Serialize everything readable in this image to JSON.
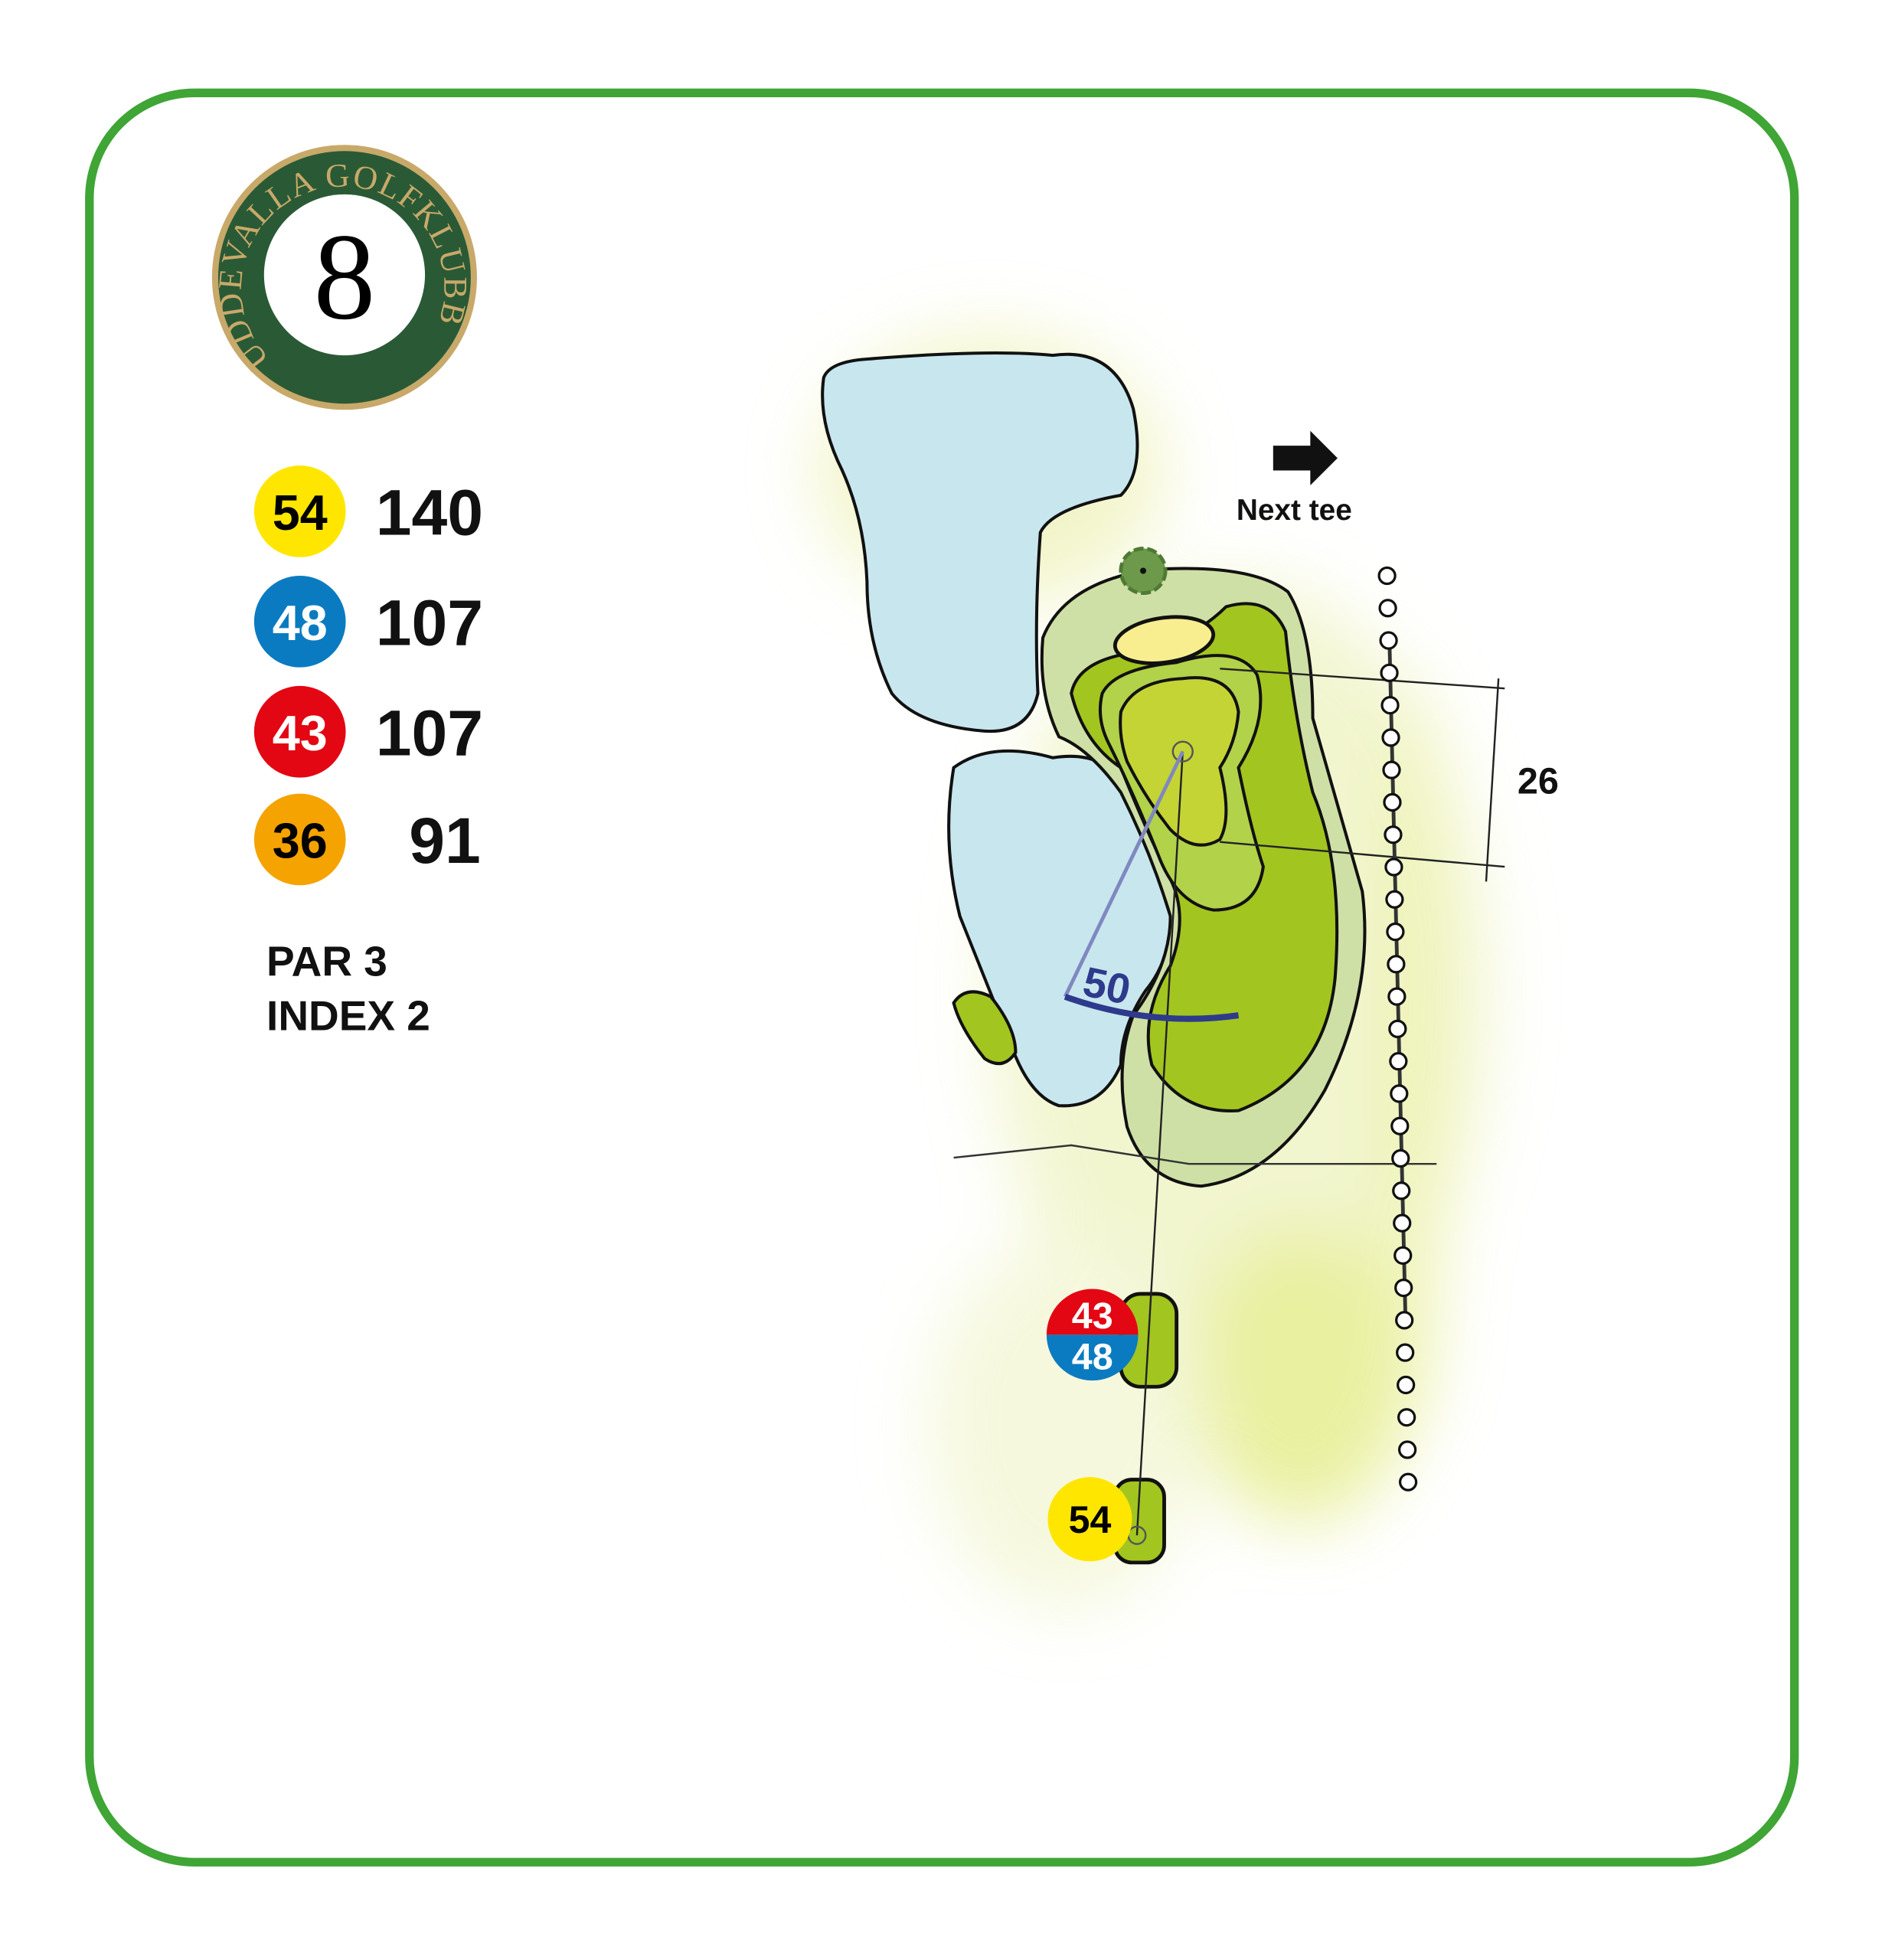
{
  "logo": {
    "club_name": "UDDEVALLA GOLFKLUBB",
    "hole_number": "8"
  },
  "tees": [
    {
      "label": "54",
      "distance": "140",
      "color": "#ffe600",
      "text_color": "#000000"
    },
    {
      "label": "48",
      "distance": "107",
      "color": "#0a7bc1",
      "text_color": "#ffffff"
    },
    {
      "label": "43",
      "distance": "107",
      "color": "#e30613",
      "text_color": "#ffffff"
    },
    {
      "label": "36",
      "distance": "91",
      "color": "#f5a300",
      "text_color": "#000000"
    }
  ],
  "hole_info": {
    "par": "PAR 3",
    "index": "INDEX 2"
  },
  "map": {
    "next_tee_label": "Next tee",
    "green_depth": "26",
    "carry_distance": "50",
    "tee_marker_combined": {
      "top": "43",
      "bottom": "48"
    },
    "tee_marker_back": "54"
  },
  "colors": {
    "border": "#3fa535",
    "logo_green": "#2a5a35",
    "logo_gold": "#c8a96a",
    "water": "#c8e6ee",
    "fairway": "#a3c520",
    "rough": "#cfe0a6",
    "green": "#c5d435",
    "bunker": "#f8ee90",
    "carry_line": "#2e3a8c"
  }
}
